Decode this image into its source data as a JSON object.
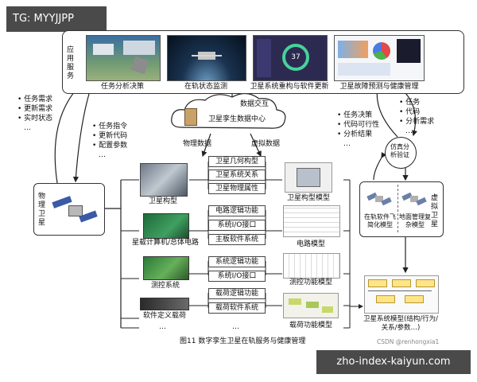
{
  "watermark_top": "TG: MYYJJPP",
  "watermark_bottom": "zho-index-kaiyun.com",
  "csdn_watermark": "CSDN @renhongxia1",
  "figure_caption": "图11  数字孪生卫星在轨服务与健康管理",
  "app_layer": {
    "label": "应用服务",
    "items": [
      "任务分析决策",
      "在轨状态监测",
      "卫星系统重构与软件更新",
      "卫星故障预测与健康管理"
    ],
    "gauge_value": "37"
  },
  "data_exchange": "数据交互",
  "cloud_label": "卫星孪生数据中心",
  "physical_data": "物理数据",
  "virtual_data": "虚拟数据",
  "left_list_1": [
    "• 任务需求",
    "• 更新需求",
    "• 实时状态",
    "…"
  ],
  "left_list_2": [
    "• 任务指令",
    "• 更新代码",
    "• 配置参数",
    "…"
  ],
  "right_list_1": [
    "• 任务",
    "• 代码",
    "• 分析需求",
    "…"
  ],
  "right_list_2": [
    "• 任务决策",
    "• 代码可行性",
    "• 分析结果",
    "…"
  ],
  "physical_sat": "物理卫星",
  "virtual_sat": "虚拟卫星",
  "sim_verify": "仿真分析验证",
  "virtual_models": [
    "在轨软件飞简化模型",
    "地面管理复杂模型"
  ],
  "system_model": "卫星系统模型(结构/行为/关系/参数…)",
  "hw_labels": [
    "卫星构型",
    "星载计算机/总体电路",
    "测控系统",
    "软件定义载荷"
  ],
  "groups": [
    [
      "卫星几何构型",
      "卫星系统关系",
      "卫星物理属性"
    ],
    [
      "电路逻辑功能",
      "系统I/O接口",
      "主板软件系统"
    ],
    [
      "系统逻辑功能",
      "系统I/O接口"
    ],
    [
      "载荷逻辑功能",
      "载荷软件系统"
    ]
  ],
  "model_labels": [
    "卫星构型模型",
    "电路模型",
    "测控功能模型",
    "载荷功能模型"
  ],
  "ellipsis": "…"
}
